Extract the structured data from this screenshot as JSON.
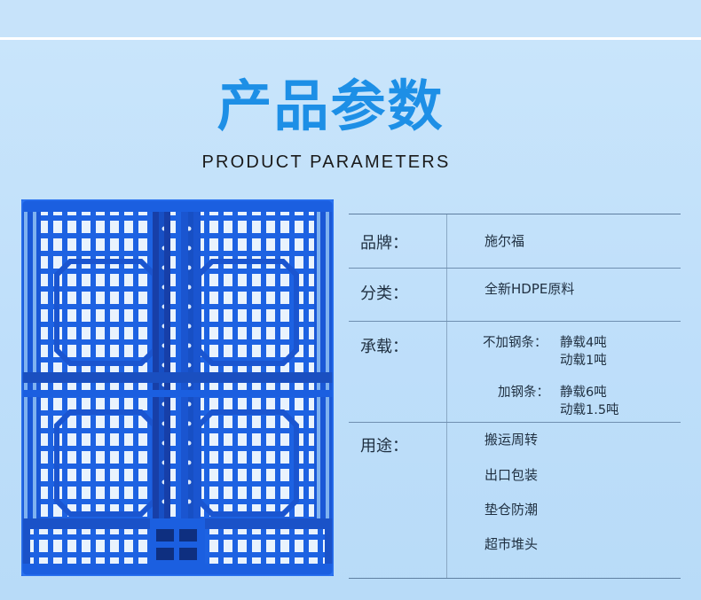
{
  "header": {
    "title_cn": "产品参数",
    "title_en": "PRODUCT PARAMETERS"
  },
  "params": {
    "brand": {
      "label": "品牌：",
      "value": "施尔福"
    },
    "category": {
      "label": "分类：",
      "value": "全新HDPE原料"
    },
    "load": {
      "label": "承载：",
      "no_steel_prefix": "不加钢条：",
      "no_steel_static": "静载4吨",
      "no_steel_dynamic": "动载1吨",
      "steel_prefix": "加钢条：",
      "steel_static": "静载6吨",
      "steel_dynamic": "动载1.5吨"
    },
    "usage": {
      "label": "用途：",
      "items": [
        "搬运周转",
        "出口包装",
        "垫仓防潮",
        "超市堆头"
      ]
    }
  },
  "colors": {
    "background": "#bfe0fb",
    "title_blue": "#1d8fe6",
    "pallet_blue": "#1b5fe0",
    "text_dark": "#1f2f40"
  }
}
